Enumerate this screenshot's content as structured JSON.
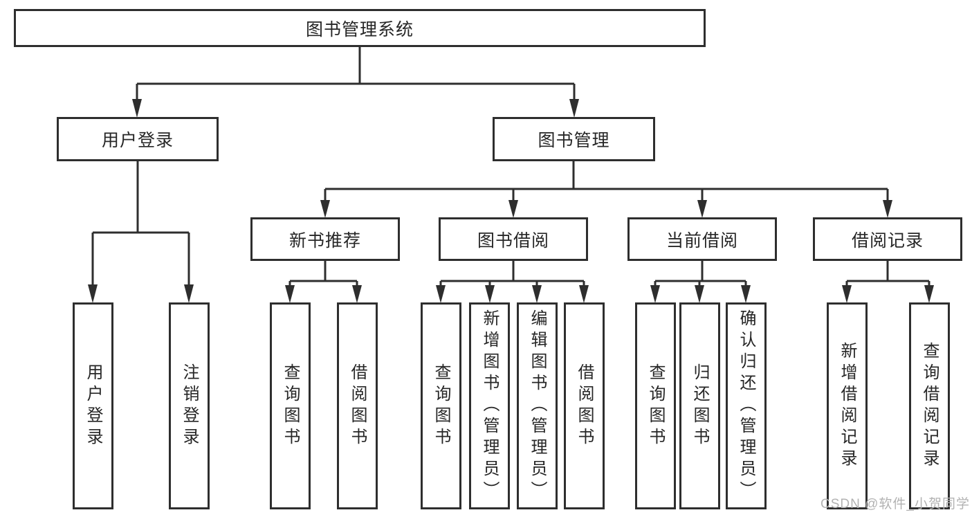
{
  "diagram": {
    "watermark": {
      "text": "CSDN @软件_小贺同学"
    },
    "colors": {
      "line": "#2e2e2e",
      "box_border": "#2e2e2e",
      "text": "#262626",
      "watermark": "#b2b2b2",
      "background": "#ffffff"
    },
    "tree": {
      "label": "图书管理系统",
      "children": [
        {
          "label": "用户登录",
          "children": [
            {
              "label": "用户登录"
            },
            {
              "label": "注销登录"
            }
          ]
        },
        {
          "label": "图书管理",
          "children": [
            {
              "label": "新书推荐",
              "children": [
                {
                  "label": "查询图书"
                },
                {
                  "label": "借阅图书"
                }
              ]
            },
            {
              "label": "图书借阅",
              "children": [
                {
                  "label": "查询图书"
                },
                {
                  "label": "新增图书（管理员）"
                },
                {
                  "label": "编辑图书（管理员）"
                },
                {
                  "label": "借阅图书"
                }
              ]
            },
            {
              "label": "当前借阅",
              "children": [
                {
                  "label": "查询图书"
                },
                {
                  "label": "归还图书"
                },
                {
                  "label": "确认归还（管理员）"
                }
              ]
            },
            {
              "label": "借阅记录",
              "children": [
                {
                  "label": "新增借阅记录"
                },
                {
                  "label": "查询借阅记录"
                }
              ]
            }
          ]
        }
      ]
    }
  }
}
